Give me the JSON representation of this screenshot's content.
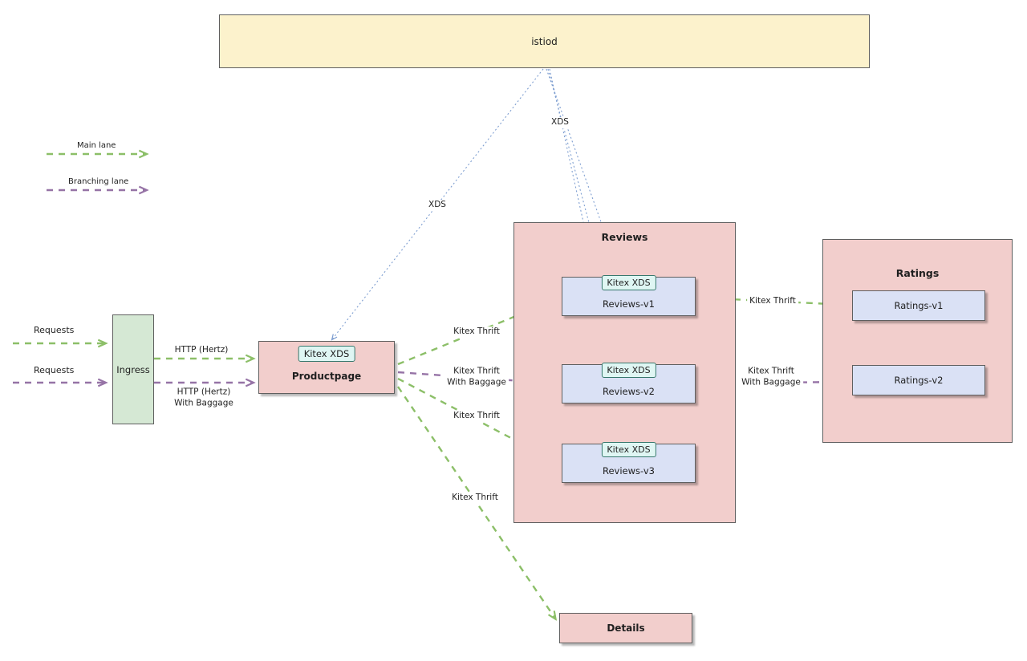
{
  "nodes": {
    "istiod": "istiod",
    "ingress": "Ingress",
    "productpage": "Productpage",
    "details": "Details",
    "kitex_xds_badge": "Kitex XDS",
    "reviews": {
      "title": "Reviews",
      "v1": "Reviews-v1",
      "v2": "Reviews-v2",
      "v3": "Reviews-v3"
    },
    "ratings": {
      "title": "Ratings",
      "v1": "Ratings-v1",
      "v2": "Ratings-v2"
    }
  },
  "legend": {
    "main_lane": "Main lane",
    "branching_lane": "Branching lane"
  },
  "inputs": {
    "requests_main": "Requests",
    "requests_branching": "Requests"
  },
  "edge_labels": {
    "http_hertz": "HTTP (Hertz)",
    "http_hertz_baggage": "HTTP (Hertz)\nWith Baggage",
    "xds_productpage": "XDS",
    "xds_reviews": "XDS",
    "kitex_thrift_v1": "Kitex Thrift",
    "kitex_thrift_baggage_v2": "Kitex Thrift\nWith Baggage",
    "kitex_thrift_v3": "Kitex Thrift",
    "kitex_thrift_details": "Kitex Thrift",
    "kitex_thrift_ratings_v1": "Kitex Thrift",
    "kitex_thrift_baggage_ratings_v2": "Kitex Thrift\nWith Baggage"
  },
  "colors": {
    "main_lane": "#8cbf68",
    "branching_lane": "#9673a6",
    "xds_line": "#7f9fd1",
    "istiod_fill": "#fcf2cc",
    "ingress_fill": "#d5e8d4",
    "service_fill": "#f2cecc",
    "version_fill": "#dae1f5",
    "badge_fill": "#dff6f3"
  }
}
